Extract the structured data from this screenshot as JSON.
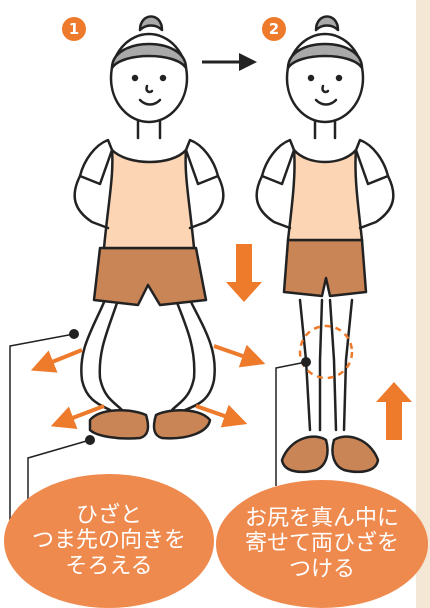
{
  "steps": {
    "step1_badge": "1",
    "step2_badge": "2"
  },
  "captions": {
    "left": [
      "ひざと",
      "つま先の向きを",
      "そろえる"
    ],
    "right": [
      "お尻を真ん中に",
      "寄せて両ひざを",
      "つける"
    ]
  },
  "colors": {
    "accent_orange": "#ee7a2b",
    "bubble_orange": "#ef8a4f",
    "tank_top": "#fcd5b5",
    "shorts": "#c98556",
    "skin": "#ffffff",
    "hair": "#a9a9a9",
    "strip": "#f4e7d6"
  }
}
